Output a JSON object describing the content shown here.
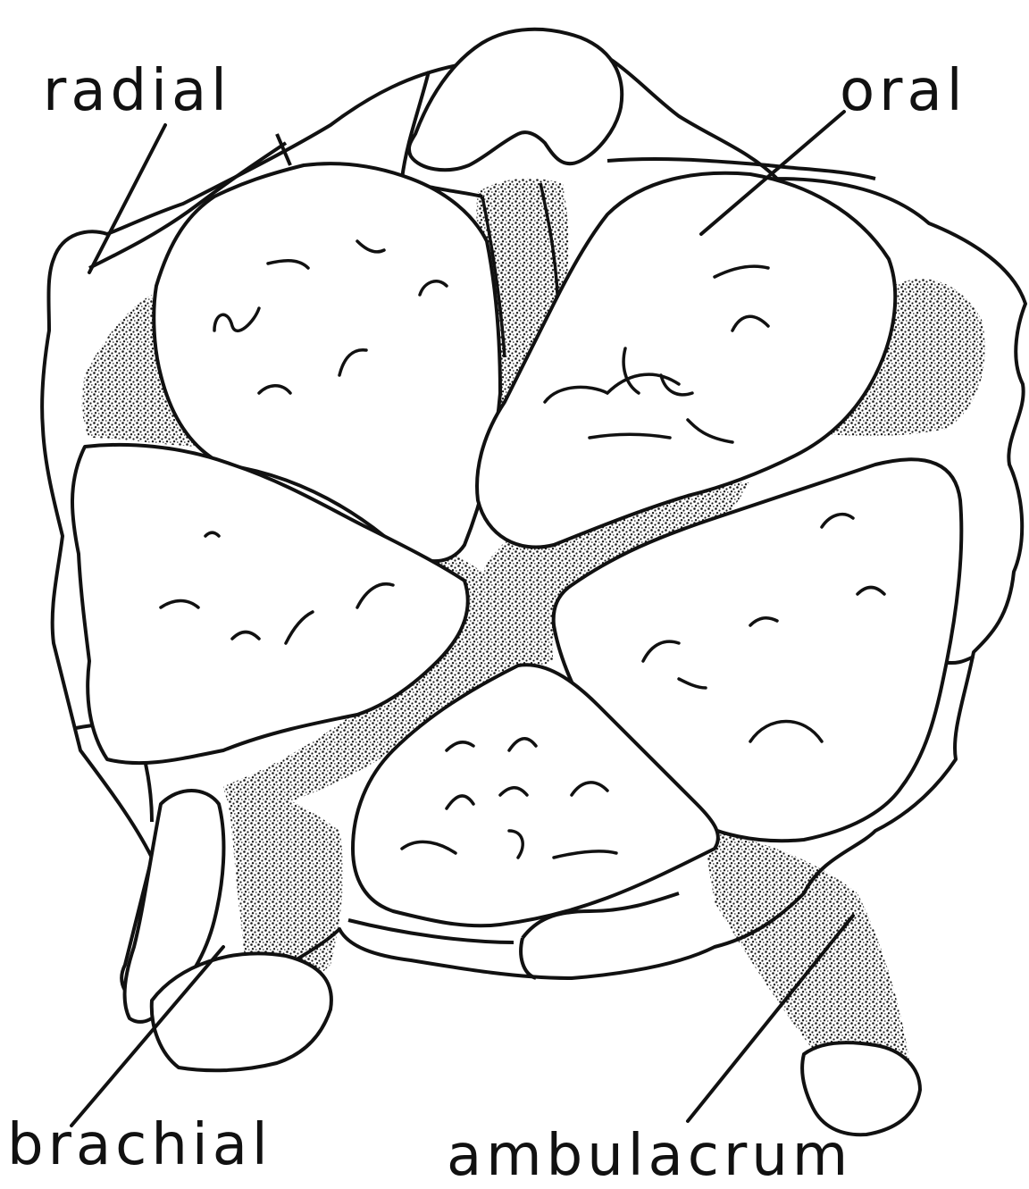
{
  "labels": {
    "radial": "radial",
    "oral": "oral",
    "brachial": "brachial",
    "ambulacrum": "ambulacrum"
  },
  "colors": {
    "ink": "#111111",
    "stipple": "#2a2a2a",
    "paper": "#ffffff"
  }
}
